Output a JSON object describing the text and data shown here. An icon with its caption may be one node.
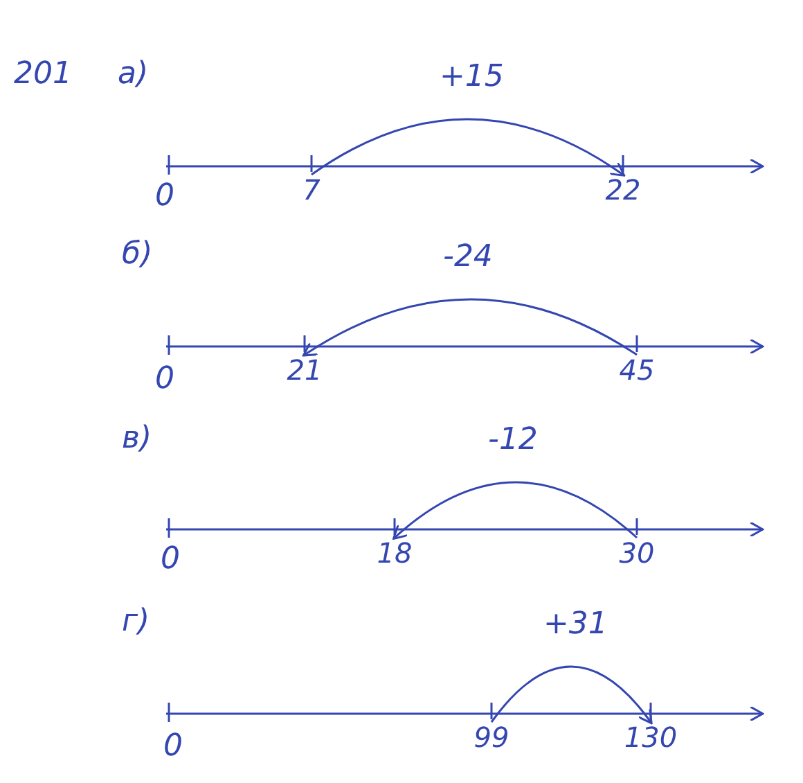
{
  "diagram": {
    "nodes": [
      {
        "text": [
          "7"
        ]
      },
      {
        "text": [
          "22"
        ]
      },
      {
        "text": [
          "45"
        ]
      },
      {
        "text": [
          "21"
        ]
      },
      {
        "text": [
          "30"
        ]
      },
      {
        "text": [
          "18"
        ]
      },
      {
        "text": [
          "99"
        ]
      },
      {
        "text": [
          "130"
        ]
      }
    ],
    "edges": [
      {
        "from": 0,
        "to": 1,
        "arrow": "to",
        "label": "+15"
      },
      {
        "from": 2,
        "to": 3,
        "arrow": "to",
        "label": "-24"
      },
      {
        "from": 4,
        "to": 5,
        "arrow": "to",
        "label": "-12"
      },
      {
        "from": 6,
        "to": 7,
        "arrow": "to",
        "label": "+31"
      }
    ],
    "labels": [
      "201",
      "а)",
      "0",
      "б)",
      "0",
      "в)",
      "0",
      "г)",
      "0"
    ]
  }
}
